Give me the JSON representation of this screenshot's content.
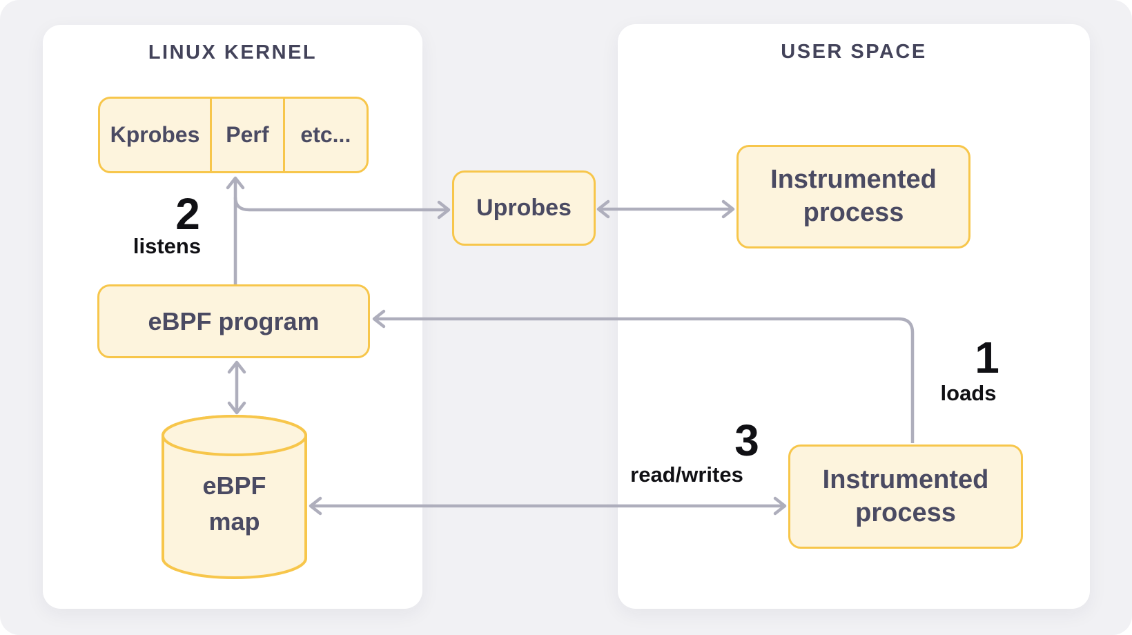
{
  "diagram": {
    "kernel_panel": {
      "title": "LINUX KERNEL"
    },
    "user_panel": {
      "title": "USER SPACE"
    },
    "probes": {
      "kprobes": "Kprobes",
      "perf": "Perf",
      "etc": "etc..."
    },
    "ebpf_program": "eBPF program",
    "ebpf_map": {
      "line1": "eBPF",
      "line2": "map"
    },
    "uprobes": "Uprobes",
    "instrumented_top": {
      "line1": "Instrumented",
      "line2": "process"
    },
    "instrumented_bottom": {
      "line1": "Instrumented",
      "line2": "process"
    },
    "steps": {
      "s1": {
        "num": "1",
        "label": "loads"
      },
      "s2": {
        "num": "2",
        "label": "listens"
      },
      "s3": {
        "num": "3",
        "label": "read/writes"
      }
    },
    "colors": {
      "page_background": "#f1f1f4",
      "panel_background": "#ffffff",
      "node_fill": "#fdf4dd",
      "node_border": "#f7c64b",
      "node_text": "#4a4a62",
      "title_text": "#43435a",
      "arrow": "#aeaebc",
      "step_text": "#101014"
    }
  }
}
